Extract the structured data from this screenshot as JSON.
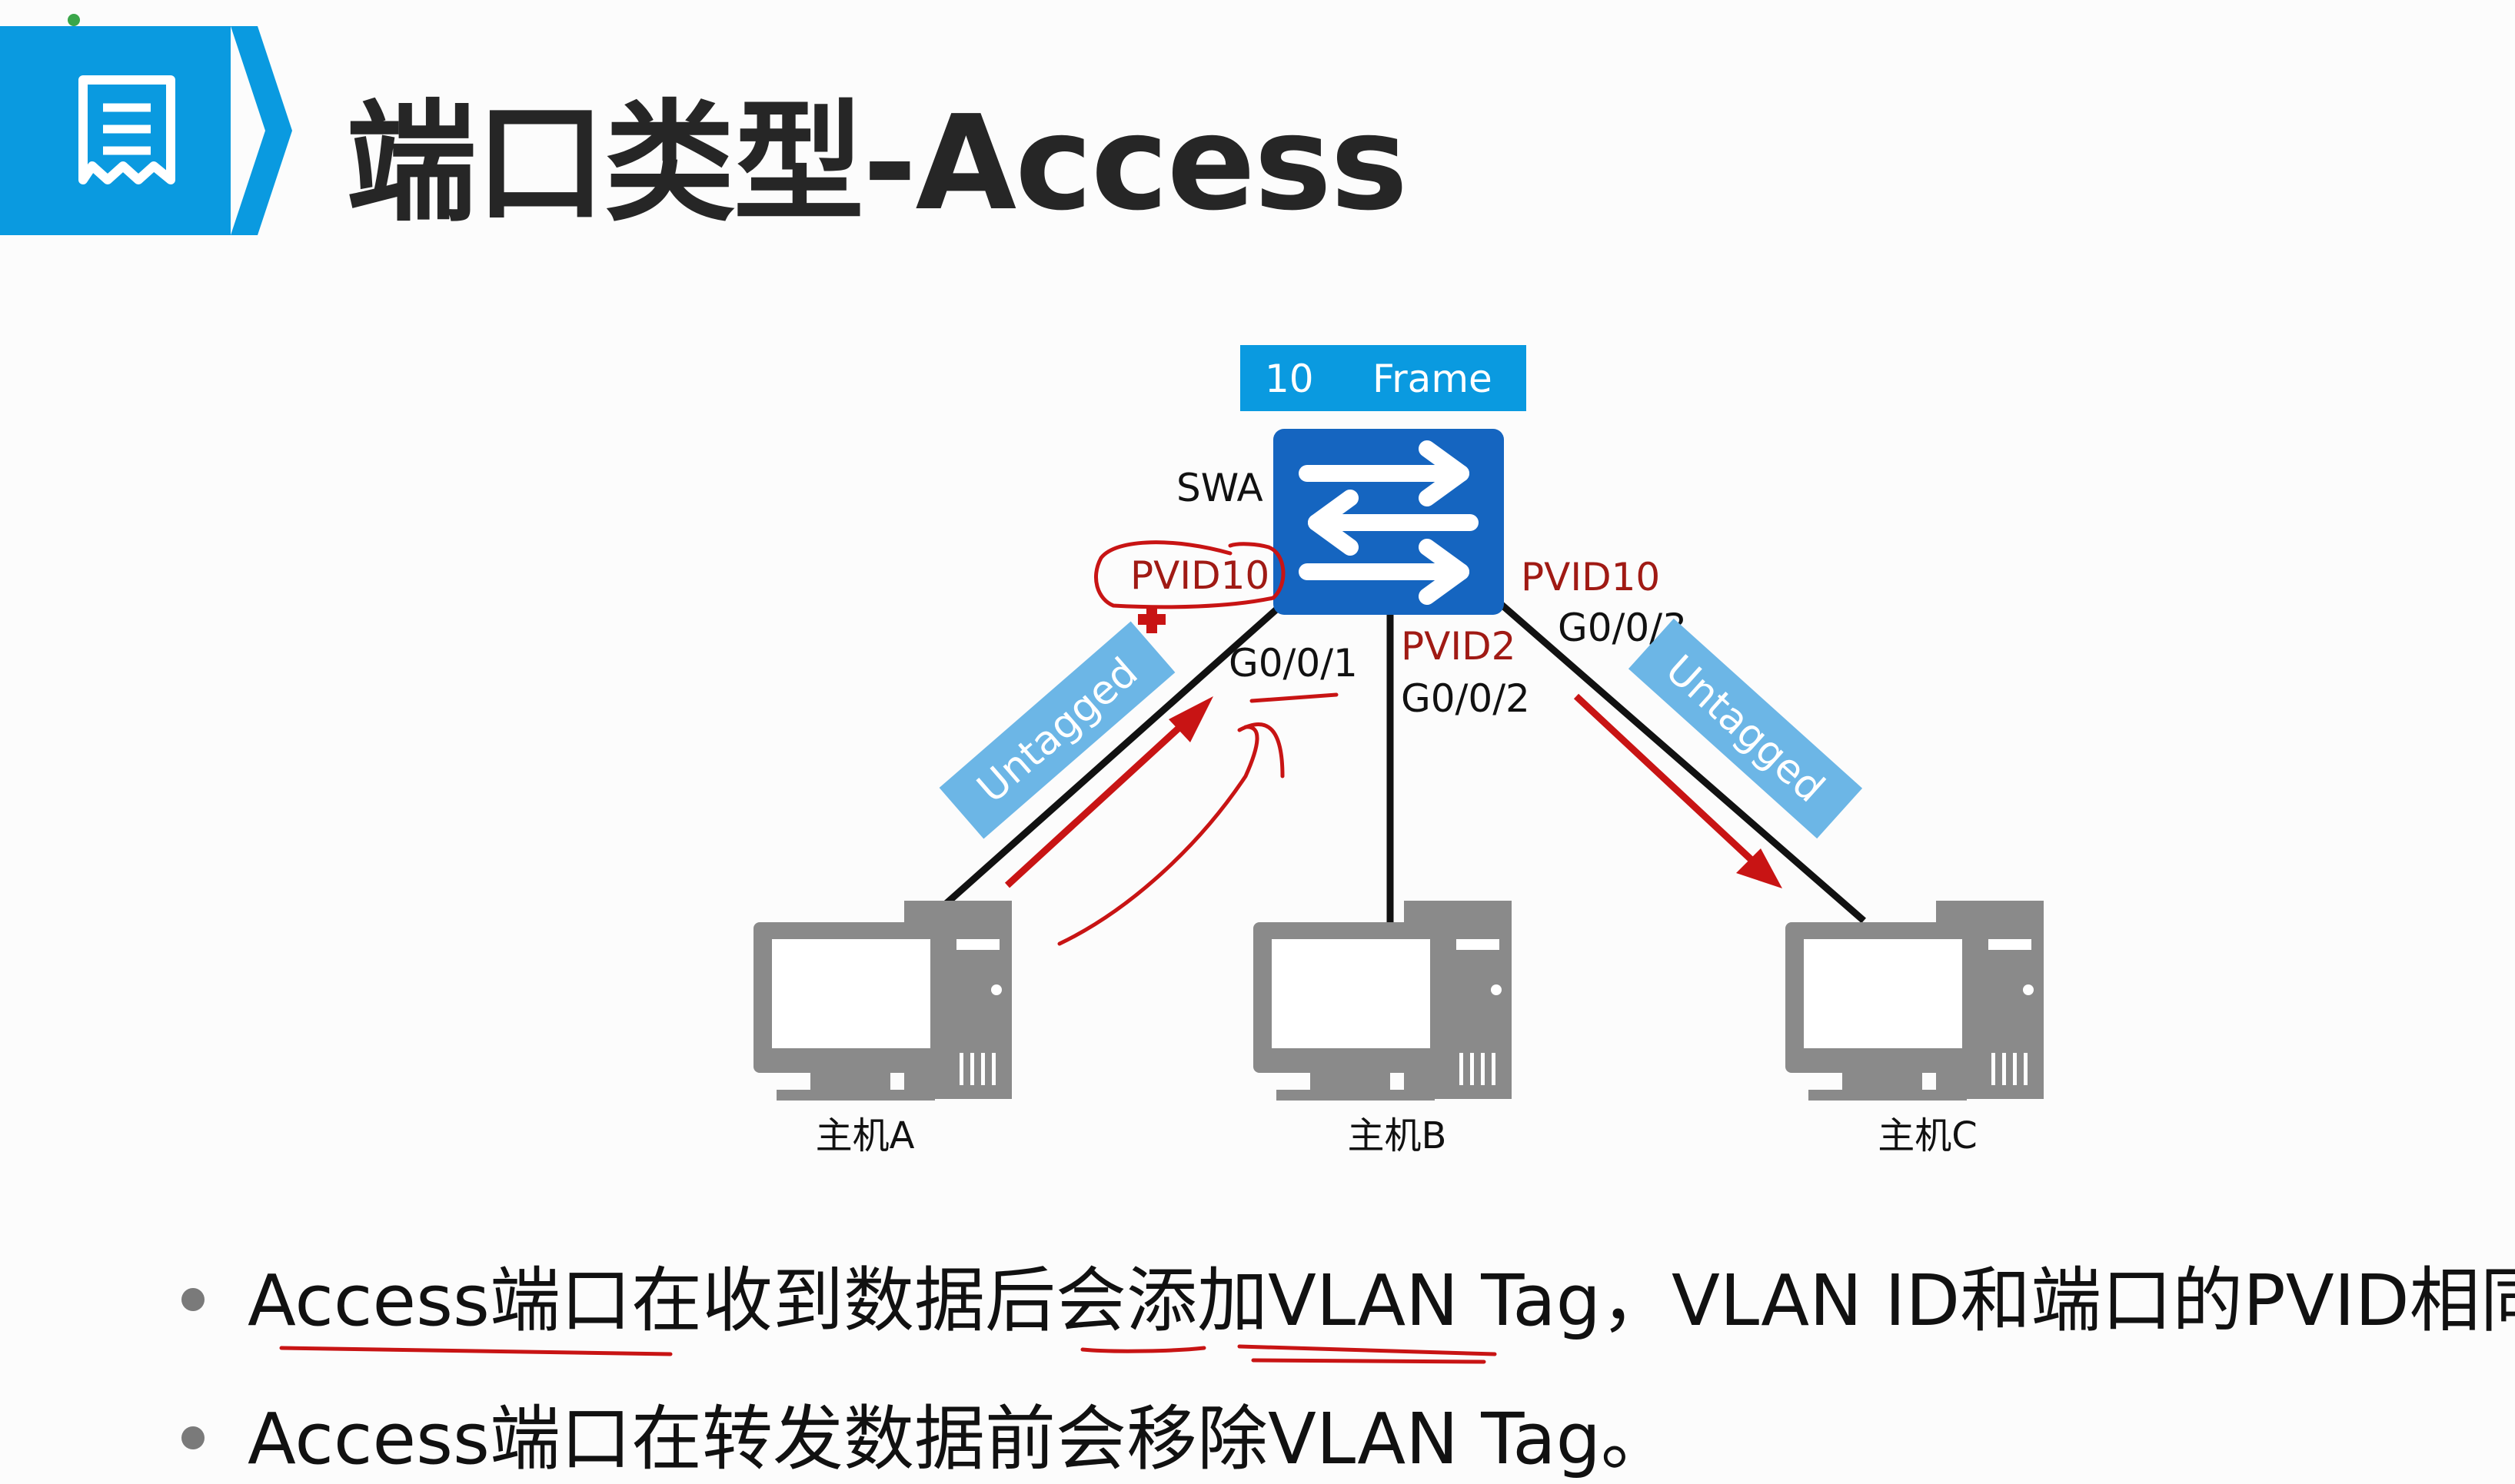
{
  "slide": {
    "title": "端口类型-Access"
  },
  "diagram": {
    "frame_tag": {
      "vlan": "10",
      "label": "Frame"
    },
    "switch": {
      "name": "SWA"
    },
    "ports": [
      {
        "pvid": "PVID10",
        "port": "G0/0/1"
      },
      {
        "pvid": "PVID2",
        "port": "G0/0/2"
      },
      {
        "pvid": "PVID10",
        "port": "G0/0/3"
      }
    ],
    "link_badges": [
      "Untagged",
      "Untagged"
    ],
    "hosts": [
      "主机A",
      "主机B",
      "主机C"
    ]
  },
  "bullets": [
    "Access端口在收到数据后会添加VLAN Tag，VLAN ID和端口的PVID相同。",
    "Access端口在转发数据前会移除VLAN Tag。"
  ],
  "colors": {
    "accent_blue": "#0a9ae0",
    "switch_blue": "#1565c0",
    "badge_blue": "#6cb6e6",
    "annotation_red": "#c81414",
    "pvid_red": "#a01a14",
    "host_gray": "#8a8a8a"
  }
}
